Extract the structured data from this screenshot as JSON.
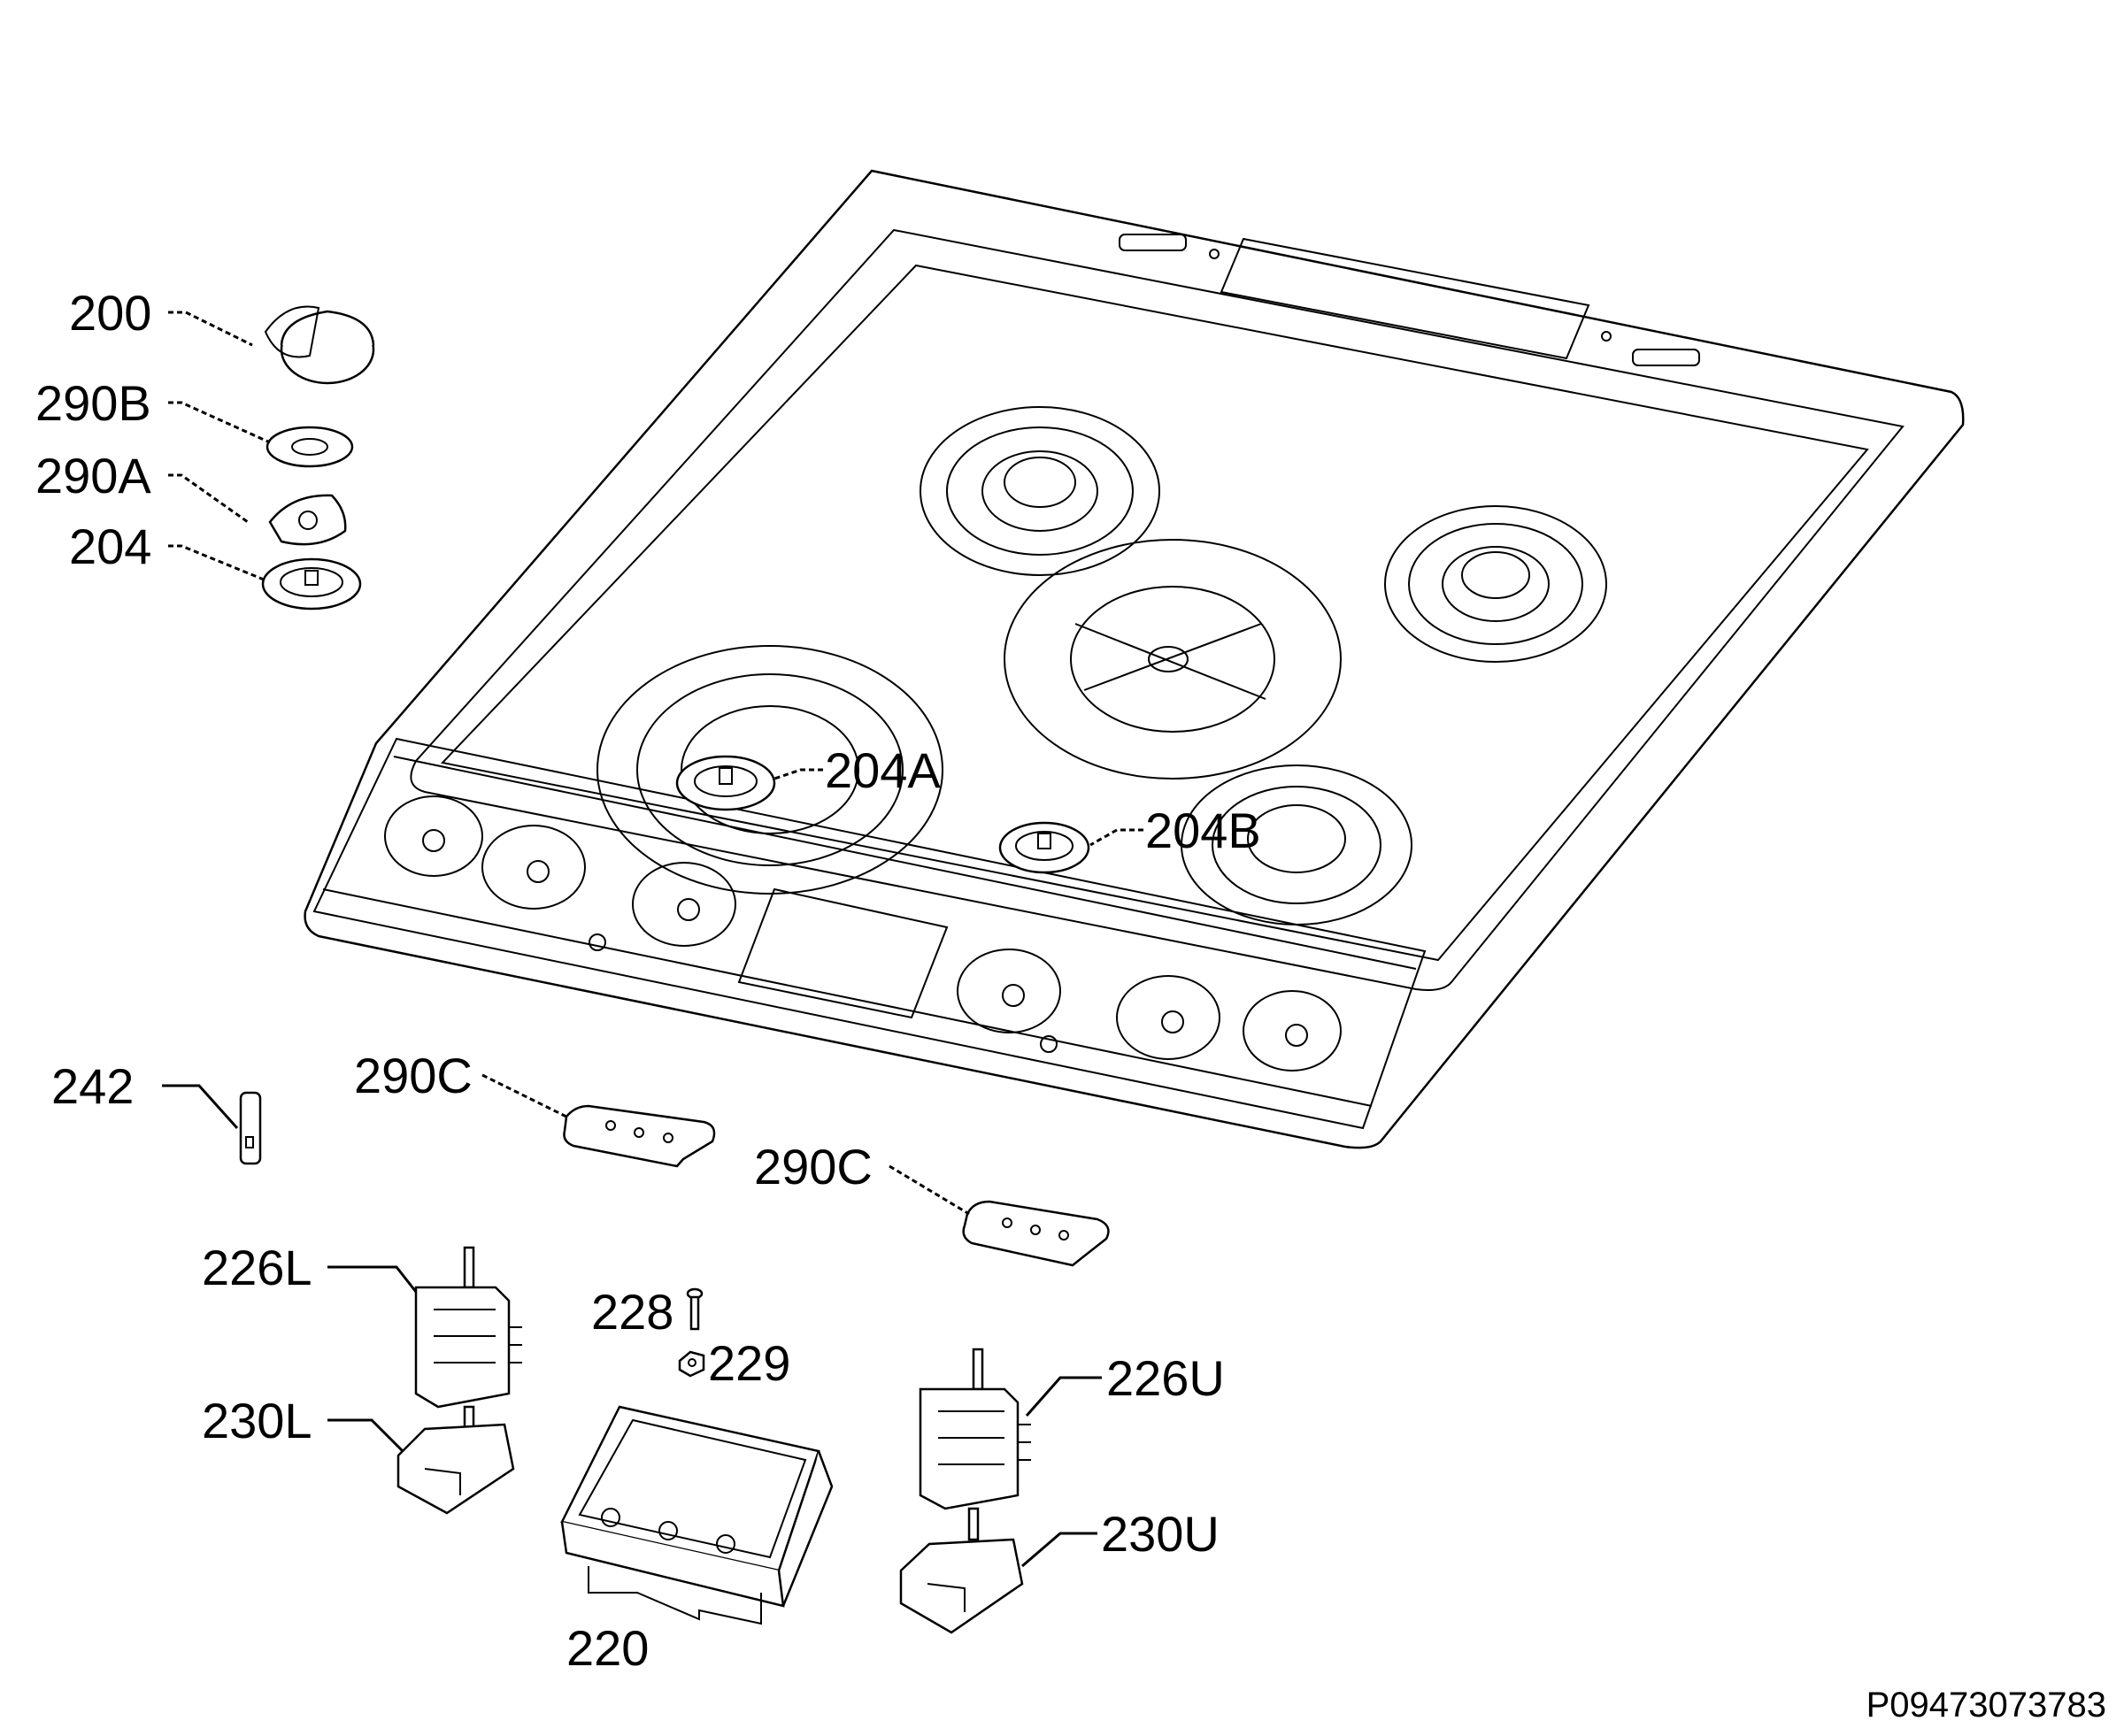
{
  "diagram": {
    "labels": {
      "p200": "200",
      "p290B": "290B",
      "p290A": "290A",
      "p204": "204",
      "p204A": "204A",
      "p204B": "204B",
      "p242": "242",
      "p290C_1": "290C",
      "p290C_2": "290C",
      "p226L": "226L",
      "p228": "228",
      "p229": "229",
      "p226U": "226U",
      "p230L": "230L",
      "p230U": "230U",
      "p220": "220"
    },
    "drawing_code": "P09473073783"
  }
}
